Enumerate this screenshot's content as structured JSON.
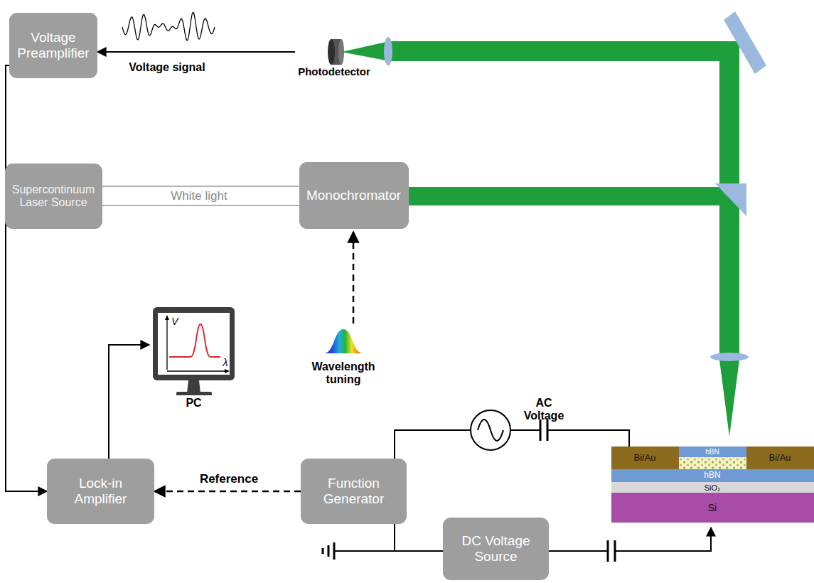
{
  "diagram": {
    "nodes": [
      {
        "text": [
          "Voltage Preamplifier"
        ]
      },
      {
        "text": [
          "Photodetector"
        ]
      },
      {
        "text": [
          "Supercontinuum Laser Source"
        ]
      },
      {
        "text": [
          "Monochromator"
        ]
      },
      {
        "text": [
          "PC"
        ]
      },
      {
        "text": [
          "Lock-in Amplifier"
        ]
      },
      {
        "text": [
          "Function Generator"
        ]
      },
      {
        "text": [
          "DC Voltage Source"
        ]
      }
    ],
    "edges": [
      {
        "from": 1,
        "to": 0,
        "label": "Voltage signal",
        "arrow": "to"
      },
      {
        "from": 2,
        "to": 3,
        "label": "White light",
        "arrow": "none"
      },
      {
        "from": 0,
        "to": 5,
        "arrow": "to"
      },
      {
        "from": 5,
        "to": 4,
        "arrow": "to"
      },
      {
        "from": 6,
        "to": 5,
        "label": "Reference",
        "arrow": "to"
      },
      {
        "from": 6,
        "to": 7,
        "arrow": "none"
      }
    ],
    "labels": [
      "Wavelength tuning",
      "AC Voltage",
      "V",
      "λ",
      "Bi/Au",
      "Bi/Au",
      "hBN",
      "hBN",
      "SiO₂",
      "Si"
    ]
  }
}
